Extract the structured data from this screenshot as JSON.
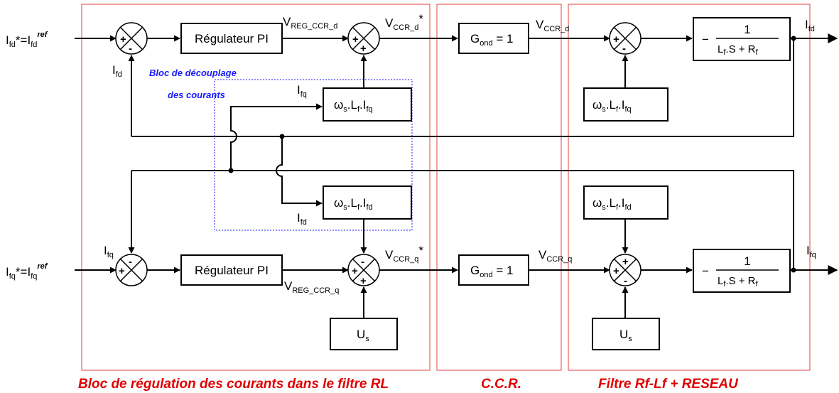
{
  "inputs": {
    "d": {
      "main": "I",
      "sub": "fd",
      "mid": "*=I",
      "sub2": "fd",
      "sup": "ref"
    },
    "q": {
      "main": "I",
      "sub": "fq",
      "mid": "*=I",
      "sub2": "fq",
      "sup": "ref"
    }
  },
  "outputs": {
    "d": {
      "main": "I",
      "sub": "fd"
    },
    "q": {
      "main": "I",
      "sub": "fq"
    }
  },
  "feedback_labels": {
    "d": {
      "main": "I",
      "sub": "fd"
    },
    "q": {
      "main": "I",
      "sub": "fq"
    },
    "cross_d_in": {
      "main": "I",
      "sub": "fq"
    },
    "cross_q_in": {
      "main": "I",
      "sub": "fd"
    }
  },
  "blocks": {
    "regulator_d": "Régulateur PI",
    "regulator_q": "Régulateur PI",
    "gond_d": {
      "main": "G",
      "sub": "ond",
      "rest": " = 1"
    },
    "gond_q": {
      "main": "G",
      "sub": "ond",
      "rest": " = 1"
    },
    "decouple_d": {
      "w": "ω",
      "ws": "s",
      "l": ".L",
      "ls": "f",
      "i": ".I",
      "is": "fq"
    },
    "decouple_q": {
      "w": "ω",
      "ws": "s",
      "l": ".L",
      "ls": "f",
      "i": ".I",
      "is": "fd"
    },
    "grid_d": {
      "w": "ω",
      "ws": "s",
      "l": ".L",
      "ls": "f",
      "i": ".I",
      "is": "fq"
    },
    "grid_q": {
      "w": "ω",
      "ws": "s",
      "l": ".L",
      "ls": "f",
      "i": ".I",
      "is": "fd"
    },
    "us_left": {
      "main": "U",
      "sub": "s"
    },
    "us_right": {
      "main": "U",
      "sub": "s"
    },
    "tf_d": {
      "minus": "−",
      "num": "1",
      "den_l": "L",
      "den_ls": "f",
      "den_mid": ".S + R",
      "den_rs": "f"
    },
    "tf_q": {
      "minus": "−",
      "num": "1",
      "den_l": "L",
      "den_ls": "f",
      "den_mid": ".S + R",
      "den_rs": "f"
    }
  },
  "signals": {
    "vreg_d": {
      "main": "V",
      "sub": "REG_CCR_d"
    },
    "vreg_q": {
      "main": "V",
      "sub": "REG_CCR_q"
    },
    "vccr_d_star": {
      "main": "V",
      "sub": "CCR_d",
      "star": "*"
    },
    "vccr_q_star": {
      "main": "V",
      "sub": "CCR_q",
      "star": "*"
    },
    "vccr_d": {
      "main": "V",
      "sub": "CCR_d"
    },
    "vccr_q": {
      "main": "V",
      "sub": "CCR_q"
    }
  },
  "signs": {
    "s1": [
      "+",
      "-"
    ],
    "s2": [
      "+",
      "+"
    ],
    "s3": [
      "+",
      "-"
    ],
    "s4": [
      "+",
      "-"
    ],
    "s5": [
      "-",
      "+",
      "+"
    ],
    "s6": [
      "+",
      "+",
      "-"
    ]
  },
  "regions": {
    "regulation": "Bloc de régulation des courants dans le filtre RL",
    "ccr": "C.C.R.",
    "filter": "Filtre Rf-Lf + RESEAU"
  },
  "decoupling": {
    "line1": "Bloc de découplage",
    "line2": "des courants"
  },
  "colors": {
    "region_border": "#e04040",
    "region_text": "#e00000",
    "decoupling": "#1a1aff",
    "lines": "#000000"
  }
}
